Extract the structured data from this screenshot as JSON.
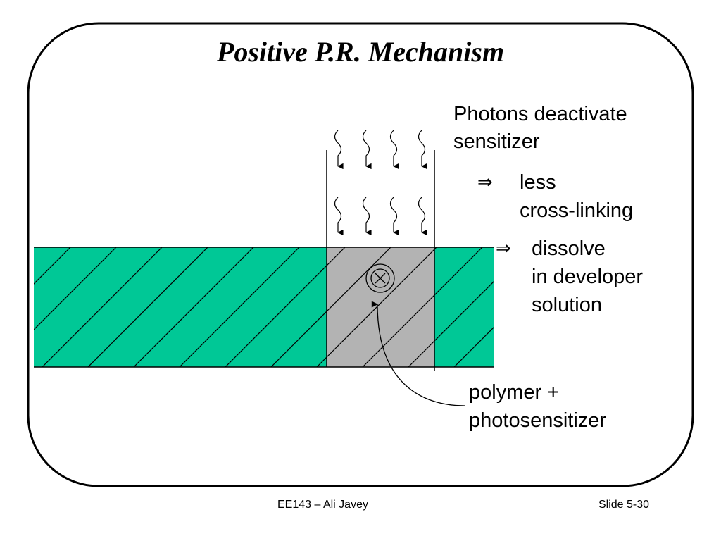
{
  "slide": {
    "title": "Positive P.R. Mechanism",
    "annotation_lines": [
      "Photons  deactivate",
      "sensitizer"
    ],
    "result_1_arrow": "⇒",
    "result_1_lines": [
      "less",
      "cross-linking"
    ],
    "result_2_arrow": "⇒",
    "result_2_lines": [
      "dissolve",
      "in developer",
      "solution"
    ],
    "label_lines": [
      "polymer +",
      "photosensitizer"
    ]
  },
  "footer": {
    "author": "EE143 – Ali Javey",
    "slide_number": "Slide 5-30"
  },
  "colors": {
    "resist_fill": "#00C896",
    "exposed_fill": "#B3B3B3",
    "line": "#000000"
  },
  "icons": {
    "photon": "wavy-down-arrow-icon",
    "molecule": "circled-x-icon"
  }
}
